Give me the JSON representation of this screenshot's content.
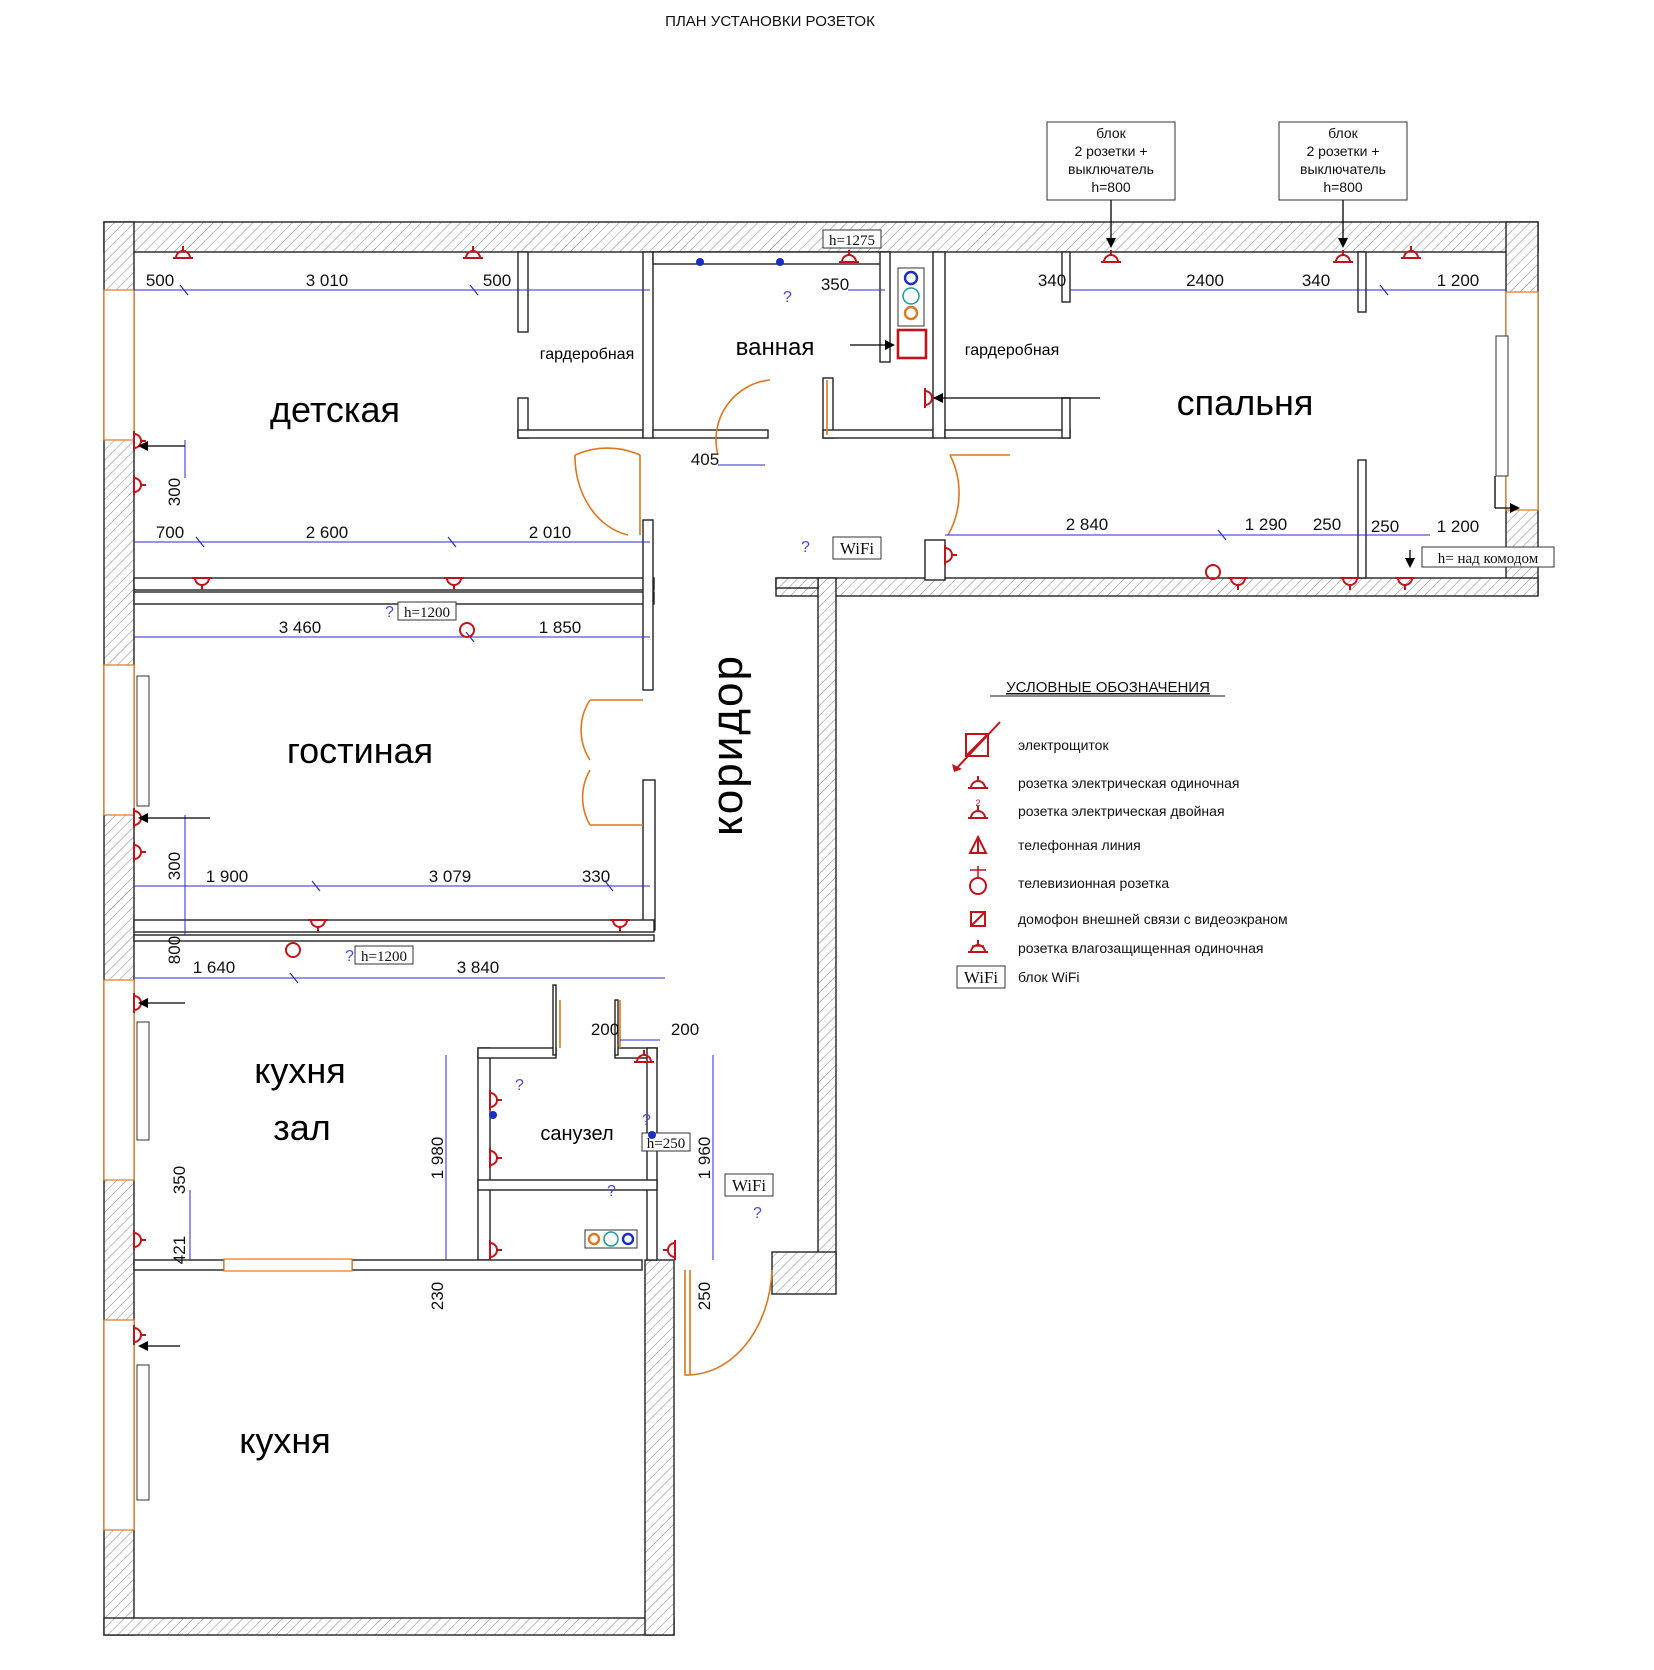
{
  "title": "ПЛАН УСТАНОВКИ РОЗЕТОК",
  "rooms": {
    "detskaya": "детская",
    "garderob1": "гардеробная",
    "vannaya": "ванная",
    "garderob2": "гардеробная",
    "spalnya": "спальня",
    "gostinaya": "гостиная",
    "koridor": "коридор",
    "kuhnya_zal_1": "кухня",
    "kuhnya_zal_2": "зал",
    "sanuzel": "санузел",
    "kuhnya": "кухня"
  },
  "callouts": {
    "block1": [
      "блок",
      "2 розетки +",
      "выключатель",
      "h=800"
    ],
    "block2": [
      "блок",
      "2 розетки +",
      "выключатель",
      "h=800"
    ]
  },
  "heights": {
    "h1275": "h=1275",
    "h1200a": "h=1200",
    "h1200b": "h=1200",
    "h250": "h=250",
    "komod": "h= над комодом"
  },
  "wifi": {
    "label1": "WiFi",
    "label2": "WiFi"
  },
  "dims": {
    "d1": "500",
    "d2": "3 010",
    "d3": "500",
    "d4": "350",
    "d5": "340",
    "d6": "2400",
    "d7": "340",
    "d8": "1 200",
    "d9": "300",
    "d10": "700",
    "d11": "2 600",
    "d12": "2 010",
    "d13": "405",
    "d14": "2 840",
    "d15": "1 290",
    "d16": "250",
    "d17": "250",
    "d18": "1 200",
    "d19": "3 460",
    "d20": "1 850",
    "d21": "300",
    "d22": "1 900",
    "d23": "3 079",
    "d24": "330",
    "d25": "800",
    "d26": "1 640",
    "d27": "3 840",
    "d28": "200",
    "d29": "200",
    "d30": "1 980",
    "d31": "1 960",
    "d32": "350",
    "d33": "421",
    "d34": "230",
    "d35": "250"
  },
  "legend": {
    "heading": "УСЛОВНЫЕ ОБОЗНАЧЕНИЯ",
    "items": [
      {
        "icon": "electric-panel-icon",
        "label": "электрощиток"
      },
      {
        "icon": "single-socket-icon",
        "label": "розетка электрическая одиночная"
      },
      {
        "icon": "double-socket-icon",
        "label": "розетка электрическая двойная"
      },
      {
        "icon": "phone-line-icon",
        "label": "телефонная линия"
      },
      {
        "icon": "tv-socket-icon",
        "label": "телевизионная розетка"
      },
      {
        "icon": "intercom-icon",
        "label": "домофон внешней связи с видеоэкраном"
      },
      {
        "icon": "waterproof-socket-icon",
        "label": "розетка влагозащищенная одиночная"
      },
      {
        "icon": "wifi-block-icon",
        "label": "блок WiFi",
        "badge": "WiFi"
      }
    ]
  },
  "colors": {
    "wall_hatch": "#222222",
    "dimension": "#2b2bd0",
    "door": "#e0771e",
    "socket": "#c0141a"
  }
}
